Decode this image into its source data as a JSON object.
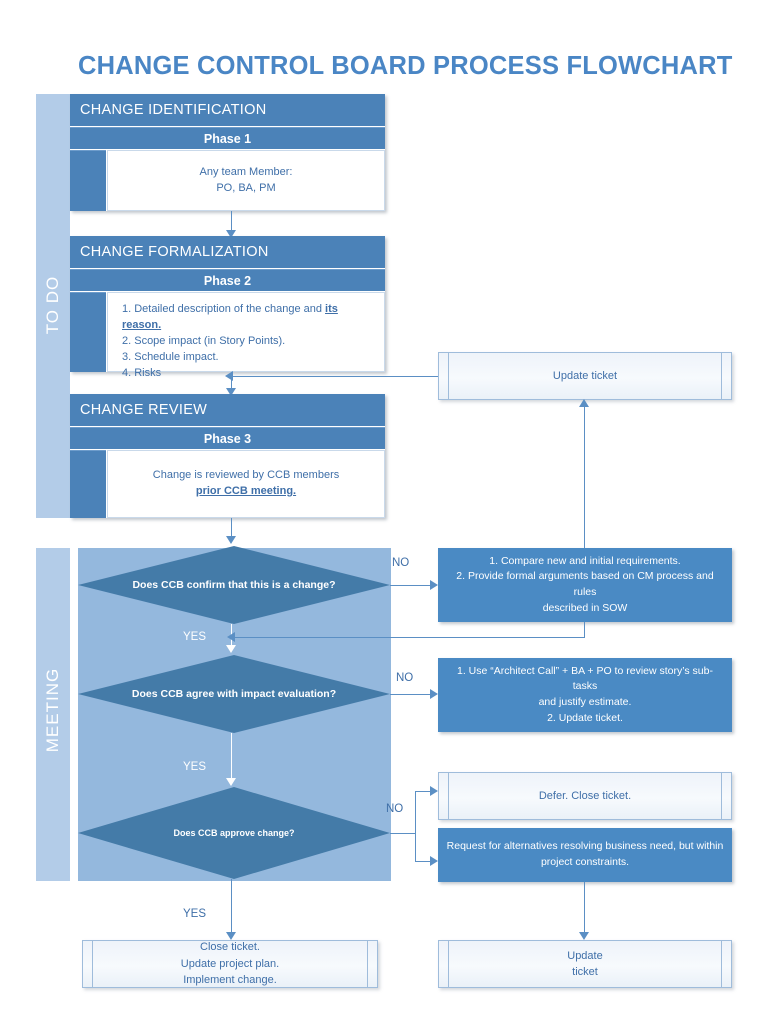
{
  "title": "CHANGE CONTROL BOARD PROCESS FLOWCHART",
  "colors": {
    "title": "#4a86c5",
    "header_blue": "#4b82b8",
    "lane_light": "#b3cce8",
    "lane_meeting": "#94b8dd",
    "diamond": "#447ba8",
    "action_box": "#4a8ac4",
    "connector": "#5b8fc4",
    "body_text": "#3f6fa8"
  },
  "lanes": [
    {
      "id": "todo",
      "label": "TO DO"
    },
    {
      "id": "meeting",
      "label": "MEETING"
    }
  ],
  "phases": [
    {
      "id": "phase1",
      "header": "CHANGE IDENTIFICATION",
      "subtitle": "Phase 1",
      "body_lines": [
        "Any team Member:",
        "PO, BA, PM"
      ]
    },
    {
      "id": "phase2",
      "header": "CHANGE FORMALIZATION",
      "subtitle": "Phase 2",
      "body_items": [
        "1.  Detailed description of the change and ",
        "2. Scope impact (in Story Points).",
        "3. Schedule impact.",
        "4. Risks"
      ],
      "body_item1_underlined": "its reason."
    },
    {
      "id": "phase3",
      "header": "CHANGE REVIEW",
      "subtitle": "Phase 3",
      "body_lines": [
        "Change is reviewed by CCB members"
      ],
      "body_underlined": "prior CCB meeting."
    }
  ],
  "decisions": [
    {
      "id": "d1",
      "text": "Does CCB confirm that this is a change?",
      "yes": "YES",
      "no": "NO"
    },
    {
      "id": "d2",
      "text": "Does CCB agree with impact evaluation?",
      "yes": "YES",
      "no": "NO"
    },
    {
      "id": "d3",
      "text": "Does CCB approve change?",
      "yes": "YES",
      "no": "NO"
    }
  ],
  "action_boxes": [
    {
      "id": "a1",
      "lines": [
        "1.  Compare new and initial requirements.",
        "2. Provide formal arguments based on CM process and rules",
        "described in SOW"
      ]
    },
    {
      "id": "a2",
      "lines": [
        "1. Use “Architect Call” + BA + PO to review story’s sub-tasks",
        "and justify estimate.",
        "2.  Update ticket."
      ]
    },
    {
      "id": "a3",
      "lines": [
        "Request for alternatives resolving business need, but within",
        "project constraints."
      ]
    }
  ],
  "process_boxes": [
    {
      "id": "p_update_top",
      "lines": [
        "Update ticket"
      ]
    },
    {
      "id": "p_defer",
      "lines": [
        "Defer.  Close ticket."
      ]
    },
    {
      "id": "p_close",
      "lines": [
        "Close ticket.",
        "Update project plan.",
        "Implement change."
      ]
    },
    {
      "id": "p_update_bottom",
      "lines": [
        "Update",
        "ticket"
      ]
    }
  ]
}
